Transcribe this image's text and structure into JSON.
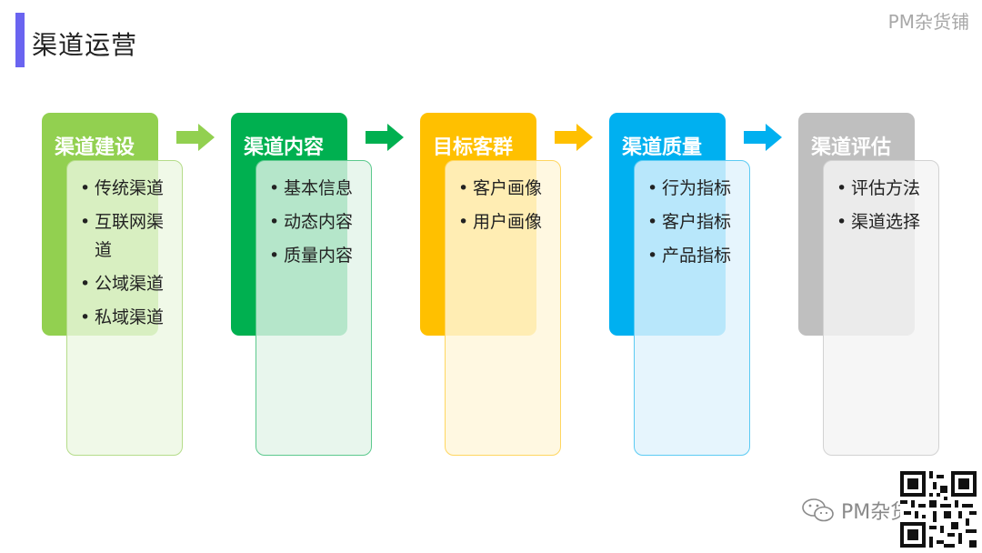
{
  "page": {
    "title": "渠道运营",
    "brand": "PM杂货铺"
  },
  "columns": [
    {
      "heading": "渠道建设",
      "items": [
        "传统渠道",
        "互联网渠道",
        "公域渠道",
        "私域渠道"
      ]
    },
    {
      "heading": "渠道内容",
      "items": [
        "基本信息",
        "动态内容",
        "质量内容"
      ]
    },
    {
      "heading": "目标客群",
      "items": [
        "客户画像",
        "用户画像"
      ]
    },
    {
      "heading": "渠道质量",
      "items": [
        "行为指标",
        "客户指标",
        "产品指标"
      ]
    },
    {
      "heading": "渠道评估",
      "items": [
        "评估方法",
        "渠道选择"
      ]
    }
  ],
  "colors": {
    "accent": "#6a64f0",
    "col1": "#92d050",
    "col2": "#00b050",
    "col3": "#ffc000",
    "col4": "#00b0f0",
    "col5": "#bfbfbf"
  },
  "footer": {
    "watermark": "PM杂货铺",
    "icons": [
      "wechat-icon",
      "qr-code"
    ]
  }
}
